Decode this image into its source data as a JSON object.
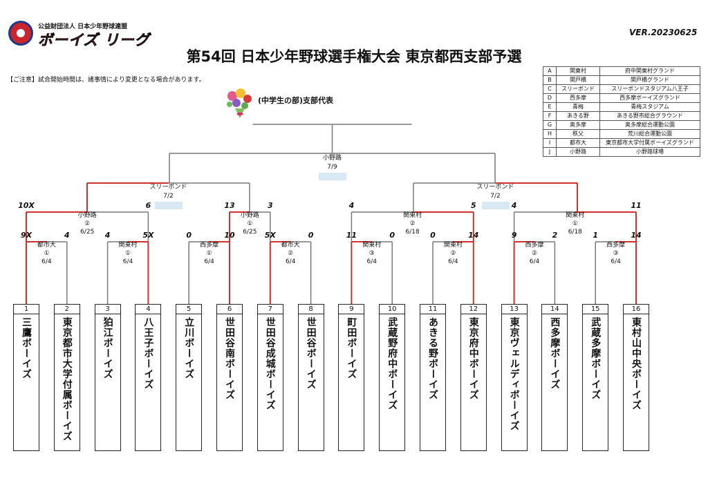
{
  "header": {
    "org_name": "公益財団法人 日本少年野球連盟",
    "league_name": "ボーイズ リーグ",
    "version": "VER.20230625",
    "title": "第54回 日本少年野球選手権大会 東京都西支部予選",
    "notice": "【ご注意】試合開始時間は、諸事情により変更となる場合があります。",
    "champion_label": "(中学生の部)支部代表"
  },
  "venues": [
    {
      "key": "A",
      "short": "関東村",
      "name": "府中関東村グランド"
    },
    {
      "key": "B",
      "short": "関戸橋",
      "name": "関戸橋グランド"
    },
    {
      "key": "C",
      "short": "スリーボンド",
      "name": "スリーボンドスタジアム八王子"
    },
    {
      "key": "D",
      "short": "西多摩",
      "name": "西多摩ボーイズグランド"
    },
    {
      "key": "E",
      "short": "青梅",
      "name": "青梅スタジアム"
    },
    {
      "key": "F",
      "short": "あきる野",
      "name": "あきる野市総合グラウンド"
    },
    {
      "key": "G",
      "short": "奥多摩",
      "name": "奥多摩総合運動公園"
    },
    {
      "key": "H",
      "short": "秩父",
      "name": "荒川総合運動公園"
    },
    {
      "key": "I",
      "short": "都市大",
      "name": "東京都市大学付属ボーイズグランド"
    },
    {
      "key": "J",
      "short": "小野路",
      "name": "小野路球場"
    }
  ],
  "teams": [
    {
      "num": "1",
      "name": "三鷹ボーイズ"
    },
    {
      "num": "2",
      "name": "東京都市大学付属ボーイズ"
    },
    {
      "num": "3",
      "name": "狛江ボーイズ"
    },
    {
      "num": "4",
      "name": "八王子ボーイズ"
    },
    {
      "num": "5",
      "name": "立川ボーイズ"
    },
    {
      "num": "6",
      "name": "世田谷南ボーイズ"
    },
    {
      "num": "7",
      "name": "世田谷成城ボーイズ"
    },
    {
      "num": "8",
      "name": "世田谷ボーイズ"
    },
    {
      "num": "9",
      "name": "町田ボーイズ"
    },
    {
      "num": "10",
      "name": "武蔵野府中ボーイズ"
    },
    {
      "num": "11",
      "name": "あきる野ボーイズ"
    },
    {
      "num": "12",
      "name": "東京府中ボーイズ"
    },
    {
      "num": "13",
      "name": "東京ヴェルディボーイズ"
    },
    {
      "num": "14",
      "name": "西多摩ボーイズ"
    },
    {
      "num": "15",
      "name": "武蔵多摩ボーイズ"
    },
    {
      "num": "16",
      "name": "東村山中央ボーイズ"
    }
  ],
  "round1": [
    {
      "venue": "都市大",
      "game": "①",
      "date": "6/4",
      "score_left": "9X",
      "score_right": "4"
    },
    {
      "venue": "関東村",
      "game": "①",
      "date": "6/4",
      "score_left": "4",
      "score_right": "5X"
    },
    {
      "venue": "西多摩",
      "game": "①",
      "date": "6/4",
      "score_left": "0",
      "score_right": "10"
    },
    {
      "venue": "都市大",
      "game": "②",
      "date": "6/4",
      "score_left": "5X",
      "score_right": "0"
    },
    {
      "venue": "関東村",
      "game": "③",
      "date": "6/4",
      "score_left": "11",
      "score_right": "0"
    },
    {
      "venue": "関東村",
      "game": "②",
      "date": "6/4",
      "score_left": "0",
      "score_right": "14"
    },
    {
      "venue": "西多摩",
      "game": "②",
      "date": "6/4",
      "score_left": "9",
      "score_right": "2"
    },
    {
      "venue": "西多摩",
      "game": "③",
      "date": "6/4",
      "score_left": "1",
      "score_right": "14"
    }
  ],
  "round2": [
    {
      "venue": "小野路",
      "game": "②",
      "date": "6/25",
      "score_left": "10X",
      "score_right": "6"
    },
    {
      "venue": "小野路",
      "game": "①",
      "date": "6/25",
      "score_left": "13",
      "score_right": "3"
    },
    {
      "venue": "関東村",
      "game": "②",
      "date": "6/18",
      "score_left": "4",
      "score_right": "5"
    },
    {
      "venue": "関東村",
      "game": "①",
      "date": "6/18",
      "score_left": "4",
      "score_right": "11"
    }
  ],
  "semis": [
    {
      "venue": "スリーボンド",
      "date": "7/2"
    },
    {
      "venue": "スリーボンド",
      "date": "7/2"
    }
  ],
  "final": {
    "venue": "小野路",
    "date": "7/9"
  },
  "colors": {
    "win_line": "#d0312d",
    "line": "#777777",
    "chip": "#d8e9f4"
  }
}
